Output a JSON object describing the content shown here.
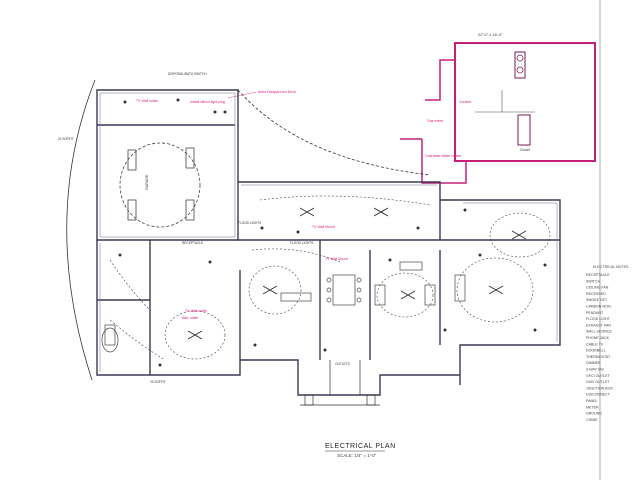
{
  "plan": {
    "title": "ELECTRICAL PLAN",
    "scale": "SCALE: 1/4\" = 1'-0\""
  },
  "inset": {
    "dimension": "22'-0\" x 16'-0\"",
    "label_a": "Conduit",
    "label_b": "Gas meter",
    "label_c": "Overhead Water heater",
    "label_d": "Closet"
  },
  "annotations": {
    "a1": "TV Wall outlet",
    "a2": "Install silicon light plug",
    "a3": "Ahhd Disapproved Deck",
    "a4": "TV Wall Mount",
    "a5": "TV Wall Mount",
    "a6": "TV Wall outlet",
    "a7": "Attic outlet"
  },
  "room_notes": {
    "garage_top": "DISPOSAL/BATH SWITCH",
    "garage_side": "GARAGE",
    "flood1": "FLOOD LIGHTS",
    "flood2": "FLOOD LIGHTS",
    "receptacle": "RECEPTACLE",
    "outlet": "OUTLETS",
    "dim_left": "24 SOFFIT",
    "dim_bottom": "24 SOFFIT"
  },
  "legend": {
    "heading": "ELECTRICAL NOTES",
    "rows": [
      "RECEPTACLE",
      "SWITCH",
      "CEILING FAN",
      "RECESSED",
      "SMOKE DET.",
      "CARBON MON.",
      "PENDANT",
      "FLOOD LIGHT",
      "EXHAUST FAN",
      "WALL SCONCE",
      "PHONE JACK",
      "CABLE TV",
      "DOORBELL",
      "THERMOSTAT",
      "DIMMER",
      "3-WAY SW.",
      "GFCI OUTLET",
      "240V OUTLET",
      "JUNCTION BOX",
      "DISCONNECT",
      "PANEL",
      "METER",
      "GROUND",
      "CHIME"
    ]
  }
}
